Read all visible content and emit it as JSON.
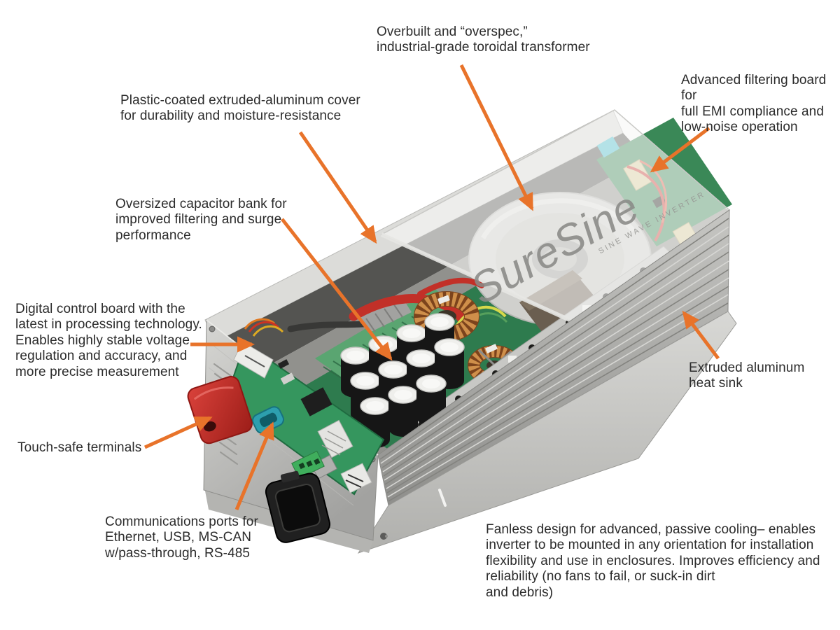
{
  "figure": {
    "type": "annotated-product-diagram",
    "background": "#ffffff",
    "text_color": "#2b2b2b",
    "arrow_color": "#e8732a"
  },
  "product": {
    "logo": "SureSine",
    "logo_tagline": "SINE WAVE INVERTER",
    "colors": {
      "chassis_gray": "#c9c9c6",
      "cover_translucent": "#f6f6f4",
      "pcb_green": "#35965e",
      "capacitor_black": "#161616",
      "terminal_cover_red": "#c1272d",
      "comm_port_teal": "#2d9fae",
      "toroid_copper": "#8a4a1e",
      "heat_sink_gray": "#a8a8a5"
    }
  },
  "labels": [
    {
      "id": "toroidal-transformer",
      "text": "Overbuilt and “overspec,”\nindustrial-grade toroidal transformer"
    },
    {
      "id": "emi-filtering-board",
      "text": "Advanced filtering board for\nfull EMI compliance and\nlow-noise operation"
    },
    {
      "id": "aluminum-cover",
      "text": "Plastic-coated extruded-aluminum cover\nfor durability and moisture-resistance"
    },
    {
      "id": "capacitor-bank",
      "text": "Oversized capacitor bank for\nimproved filtering and surge\nperformance"
    },
    {
      "id": "digital-control-board",
      "text": "Digital control board with the\nlatest in processing technology.\nEnables highly stable voltage\nregulation and accuracy, and\nmore precise measurement"
    },
    {
      "id": "touch-safe-terminals",
      "text": "Touch-safe terminals"
    },
    {
      "id": "communications-ports",
      "text": "Communications ports for\nEthernet, USB, MS-CAN\nw/pass-through, RS-485"
    },
    {
      "id": "heat-sink",
      "text": "Extruded aluminum\nheat sink"
    },
    {
      "id": "fanless-design",
      "text": "Fanless design for advanced, passive cooling– enables\ninverter to be mounted in any orientation for installation\nflexibility and use in enclosures. Improves efficiency and\nreliability (no fans to fail, or suck-in dirt\nand debris)"
    }
  ]
}
